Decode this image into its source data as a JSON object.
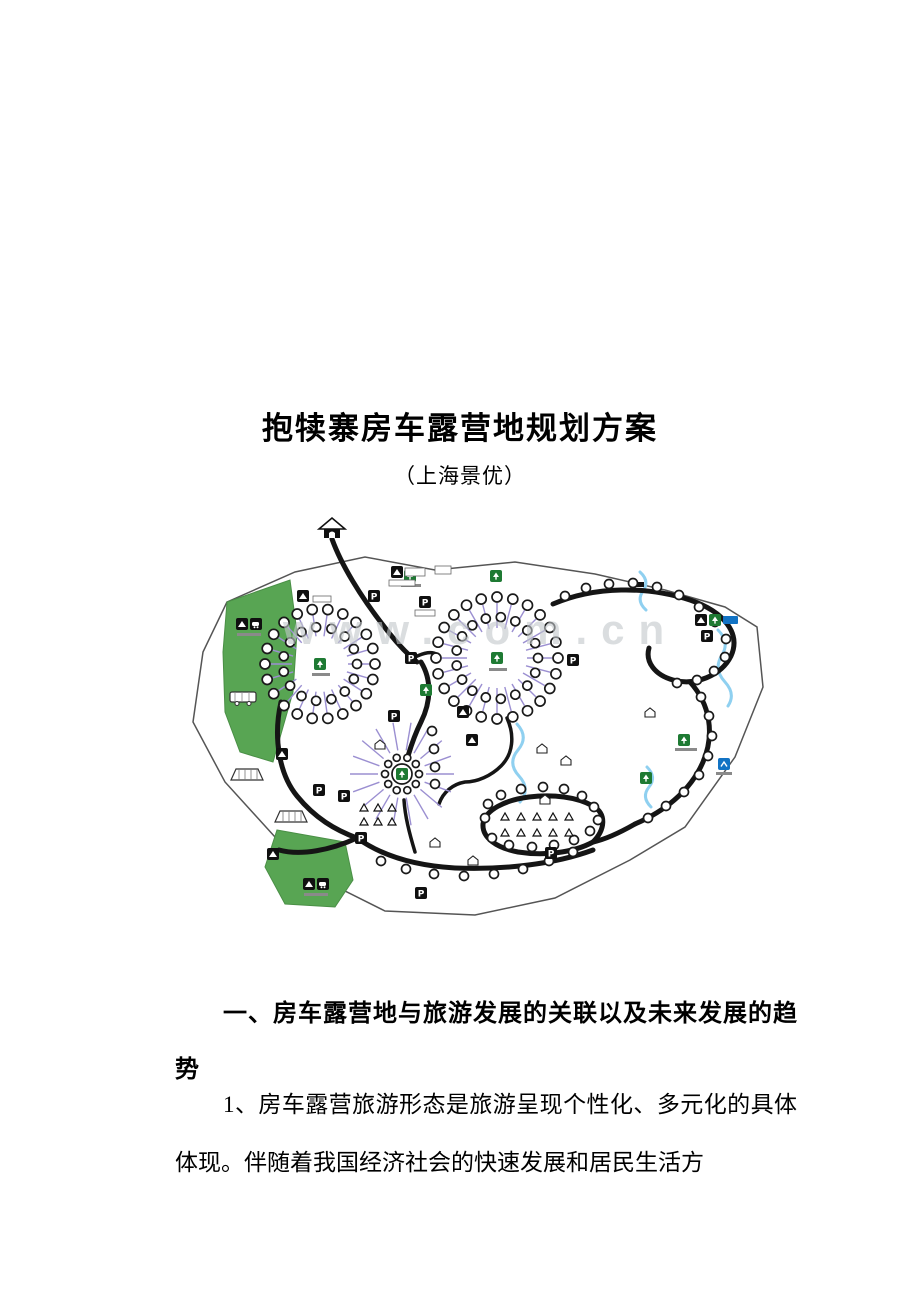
{
  "doc": {
    "title": "抱犊寨房车露营地规划方案",
    "subtitle": "（上海景优）"
  },
  "map": {
    "watermark": "www.com.cn",
    "parking_label": "P"
  },
  "sections": {
    "heading": "一、房车露营地与旅游发展的关联以及未来发展的趋势",
    "para1": "1、房车露营旅游形态是旅游呈现个性化、多元化的具体体现。伴随着我国经济社会的快速发展和居民生活方"
  }
}
